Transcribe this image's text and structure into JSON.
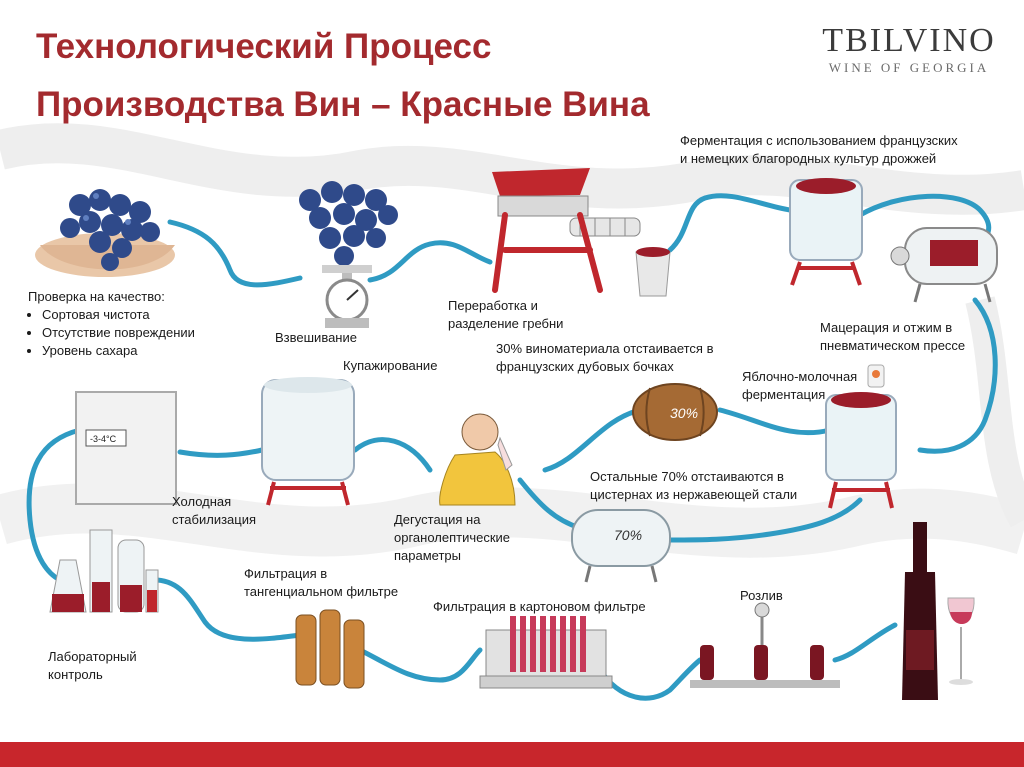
{
  "title": {
    "line1": "Технологический Процесс",
    "line2": "Производства Вин – Красные Вина"
  },
  "logo": {
    "name": "TBILVINO",
    "tagline": "WINE OF GEORGIA"
  },
  "steps": {
    "quality_check": {
      "heading": "Проверка на качество:",
      "items": [
        "Сортовая чистота",
        "Отсутствие повреждении",
        "Уровень сахара"
      ]
    },
    "weighing": "Взвешивание",
    "destemming": [
      "Переработка и",
      "разделение гребни"
    ],
    "fermentation": [
      "Ферментация с использованием французских",
      "и немецких благородных культур дрожжей"
    ],
    "maceration": [
      "Мацерация и отжим в",
      "пневматическом прессе"
    ],
    "malolactic": [
      "Яблочно-молочная",
      "ферментация"
    ],
    "oak_aging": [
      "30% виноматериала отстаивается в",
      "французских дубовых бочках"
    ],
    "steel_aging": [
      "Остальные 70% отстаиваются в",
      "цистернах из нержавеющей стали"
    ],
    "blending": "Купажирование",
    "tasting": [
      "Дегустация на",
      "органолептические",
      "параметры"
    ],
    "cold_stabilization": [
      "Холодная",
      "стабилизация"
    ],
    "lab_control": [
      "Лабораторный",
      "контроль"
    ],
    "tangential_filter": [
      "Фильтрация в",
      "тангенциальном фильтре"
    ],
    "cardboard_filter": "Фильтрация в картоновом фильтре",
    "bottling": "Розлив"
  },
  "markings": {
    "barrel": "30%",
    "tank": "70%",
    "fridge": "-3-4°C"
  },
  "colors": {
    "title": "#a32a2e",
    "pipe": "#2f9bc3",
    "frame": "#c0272d",
    "wine": "#9b1d2a",
    "grape": "#2f4a8a",
    "footer": "#c8262c"
  }
}
